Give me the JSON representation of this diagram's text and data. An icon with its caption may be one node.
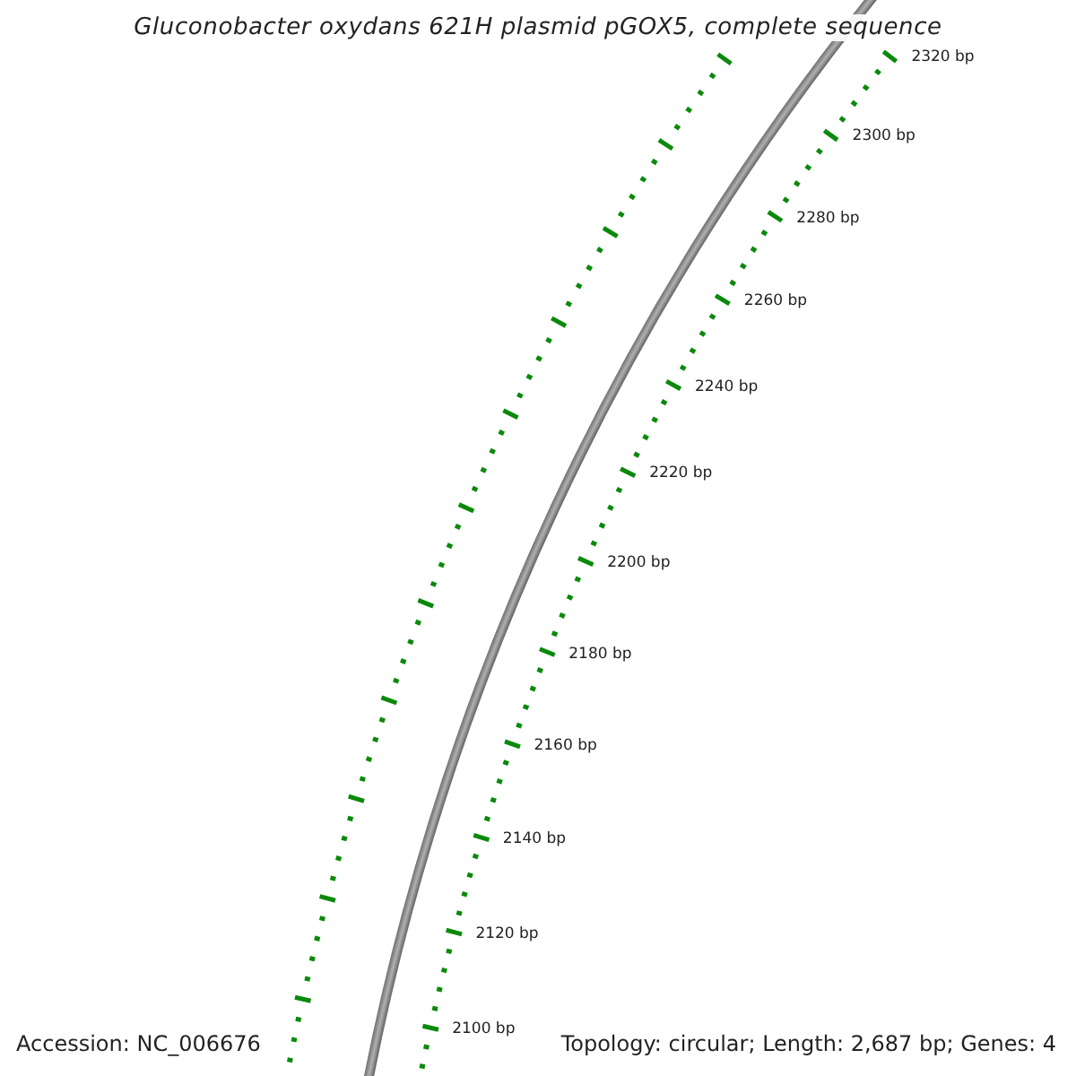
{
  "diagram": {
    "title": "Gluconobacter oxydans 621H plasmid pGOX5, complete sequence",
    "labels": [
      "2320 bp",
      "2300 bp",
      "2280 bp",
      "2260 bp",
      "2240 bp",
      "2220 bp",
      "2200 bp",
      "2180 bp",
      "2160 bp",
      "2140 bp",
      "2120 bp",
      "2100 bp",
      "Accession: NC_006676",
      "Topology: circular; Length: 2,687 bp; Genes: 4"
    ]
  }
}
